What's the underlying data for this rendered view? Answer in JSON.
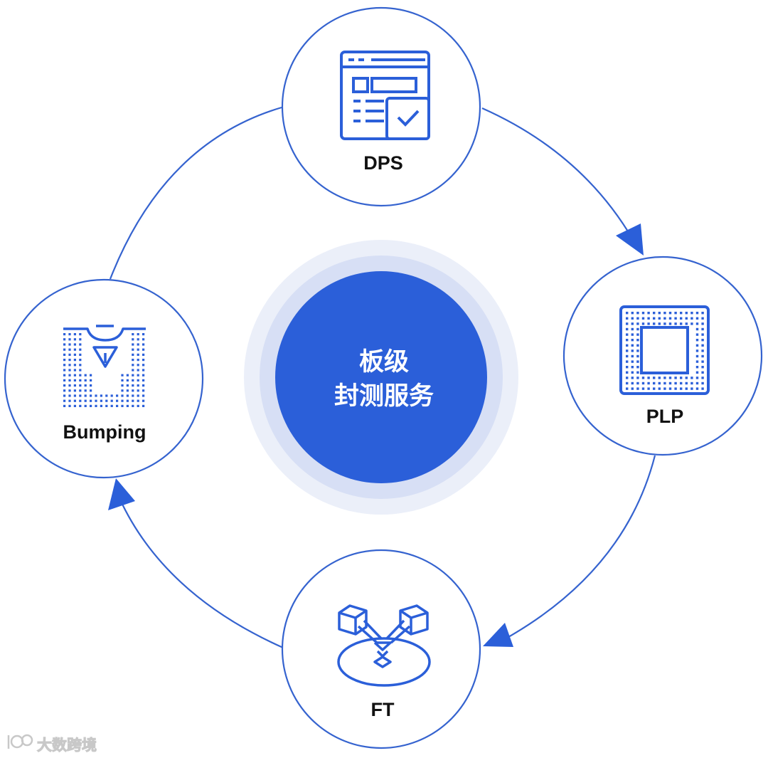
{
  "center": {
    "line1": "板级",
    "line2": "封测服务"
  },
  "nodes": {
    "dps": {
      "label": "DPS"
    },
    "plp": {
      "label": "PLP"
    },
    "ft": {
      "label": "FT"
    },
    "bumping": {
      "label": "Bumping"
    }
  },
  "watermark": {
    "text": "大数跨境"
  },
  "colors": {
    "accent": "#2b5fd9",
    "stroke": "#3563cf",
    "halo_outer": "#ebeff9",
    "halo_inner": "#d7dff5",
    "text": "#111111"
  },
  "icons": {
    "dps": "document-check-icon",
    "plp": "chip-grid-icon",
    "ft": "probe-wafer-icon",
    "bumping": "bump-needle-icon"
  }
}
